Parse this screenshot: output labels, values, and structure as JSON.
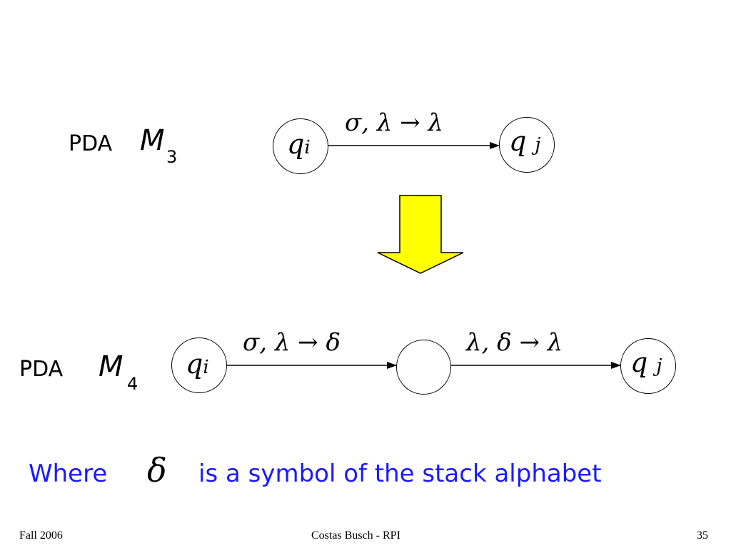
{
  "m3": {
    "pda_label": "PDA",
    "machine_symbol": "M",
    "machine_sub": "3",
    "state_from": {
      "name": "q",
      "sub": "i"
    },
    "state_to": {
      "name": "q",
      "sub": "j"
    },
    "transition": "σ, λ → λ"
  },
  "m4": {
    "pda_label": "PDA",
    "machine_symbol": "M",
    "machine_sub": "4",
    "state_from": {
      "name": "q",
      "sub": "i"
    },
    "state_to": {
      "name": "q",
      "sub": "j"
    },
    "transition_1": "σ, λ → δ",
    "transition_2": "λ, δ → λ"
  },
  "note": {
    "before": "Where",
    "symbol": "δ",
    "after": "is a symbol of the stack alphabet"
  },
  "footer": {
    "left": "Fall 2006",
    "center": "Costas Busch - RPI",
    "right": "35"
  },
  "colors": {
    "arrow_fill": "#ffff00",
    "arrow_stroke": "#000000",
    "note_text": "#1a1aff"
  }
}
